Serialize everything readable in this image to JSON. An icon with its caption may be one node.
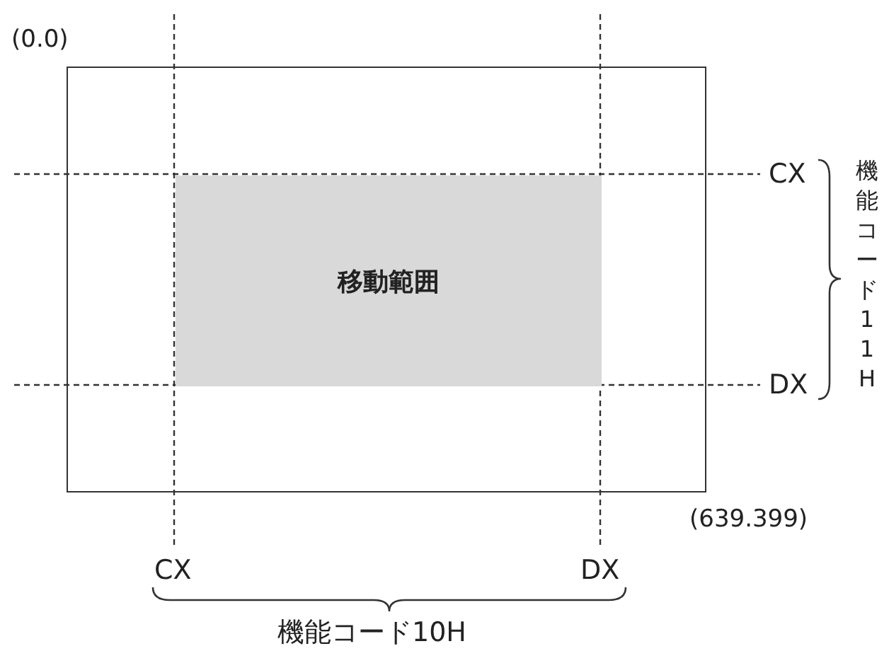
{
  "diagram": {
    "nodes": [
      {
        "text": [],
        "shape": "box",
        "beside": [
          "(0.0)",
          "(639.399)"
        ]
      },
      {
        "text": [
          "移動範囲"
        ],
        "in": 0
      }
    ],
    "edges": [],
    "labels": [
      "CX",
      "DX",
      "機能コード11H",
      "CX",
      "DX",
      "機能コード10H"
    ]
  }
}
